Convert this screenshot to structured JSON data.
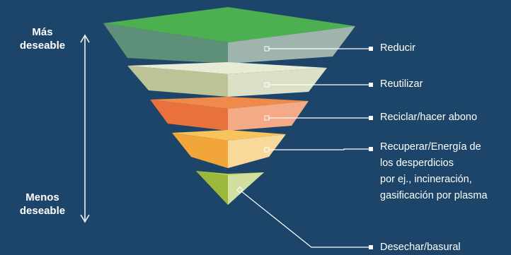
{
  "desirability": {
    "top_label": [
      "Más",
      "deseable"
    ],
    "bottom_label": [
      "Menos",
      "deseable"
    ]
  },
  "tiers": [
    {
      "label": "Reducir",
      "color": "#5a8a7a"
    },
    {
      "label": "Reutilizar",
      "color": "#c9d3ae"
    },
    {
      "label": "Reciclar/hacer abono",
      "color": "#e8723a"
    },
    {
      "label": "Recuperar/Energía de",
      "lines": [
        "los desperdicios",
        "por ej., incineración,",
        "gasificación por plasma"
      ],
      "color": "#f4b041"
    },
    {
      "label": "Desechar/basural",
      "color": "#9cb83c"
    }
  ],
  "colors": {
    "background": "#1d4569",
    "top_face": "#4caf50"
  }
}
